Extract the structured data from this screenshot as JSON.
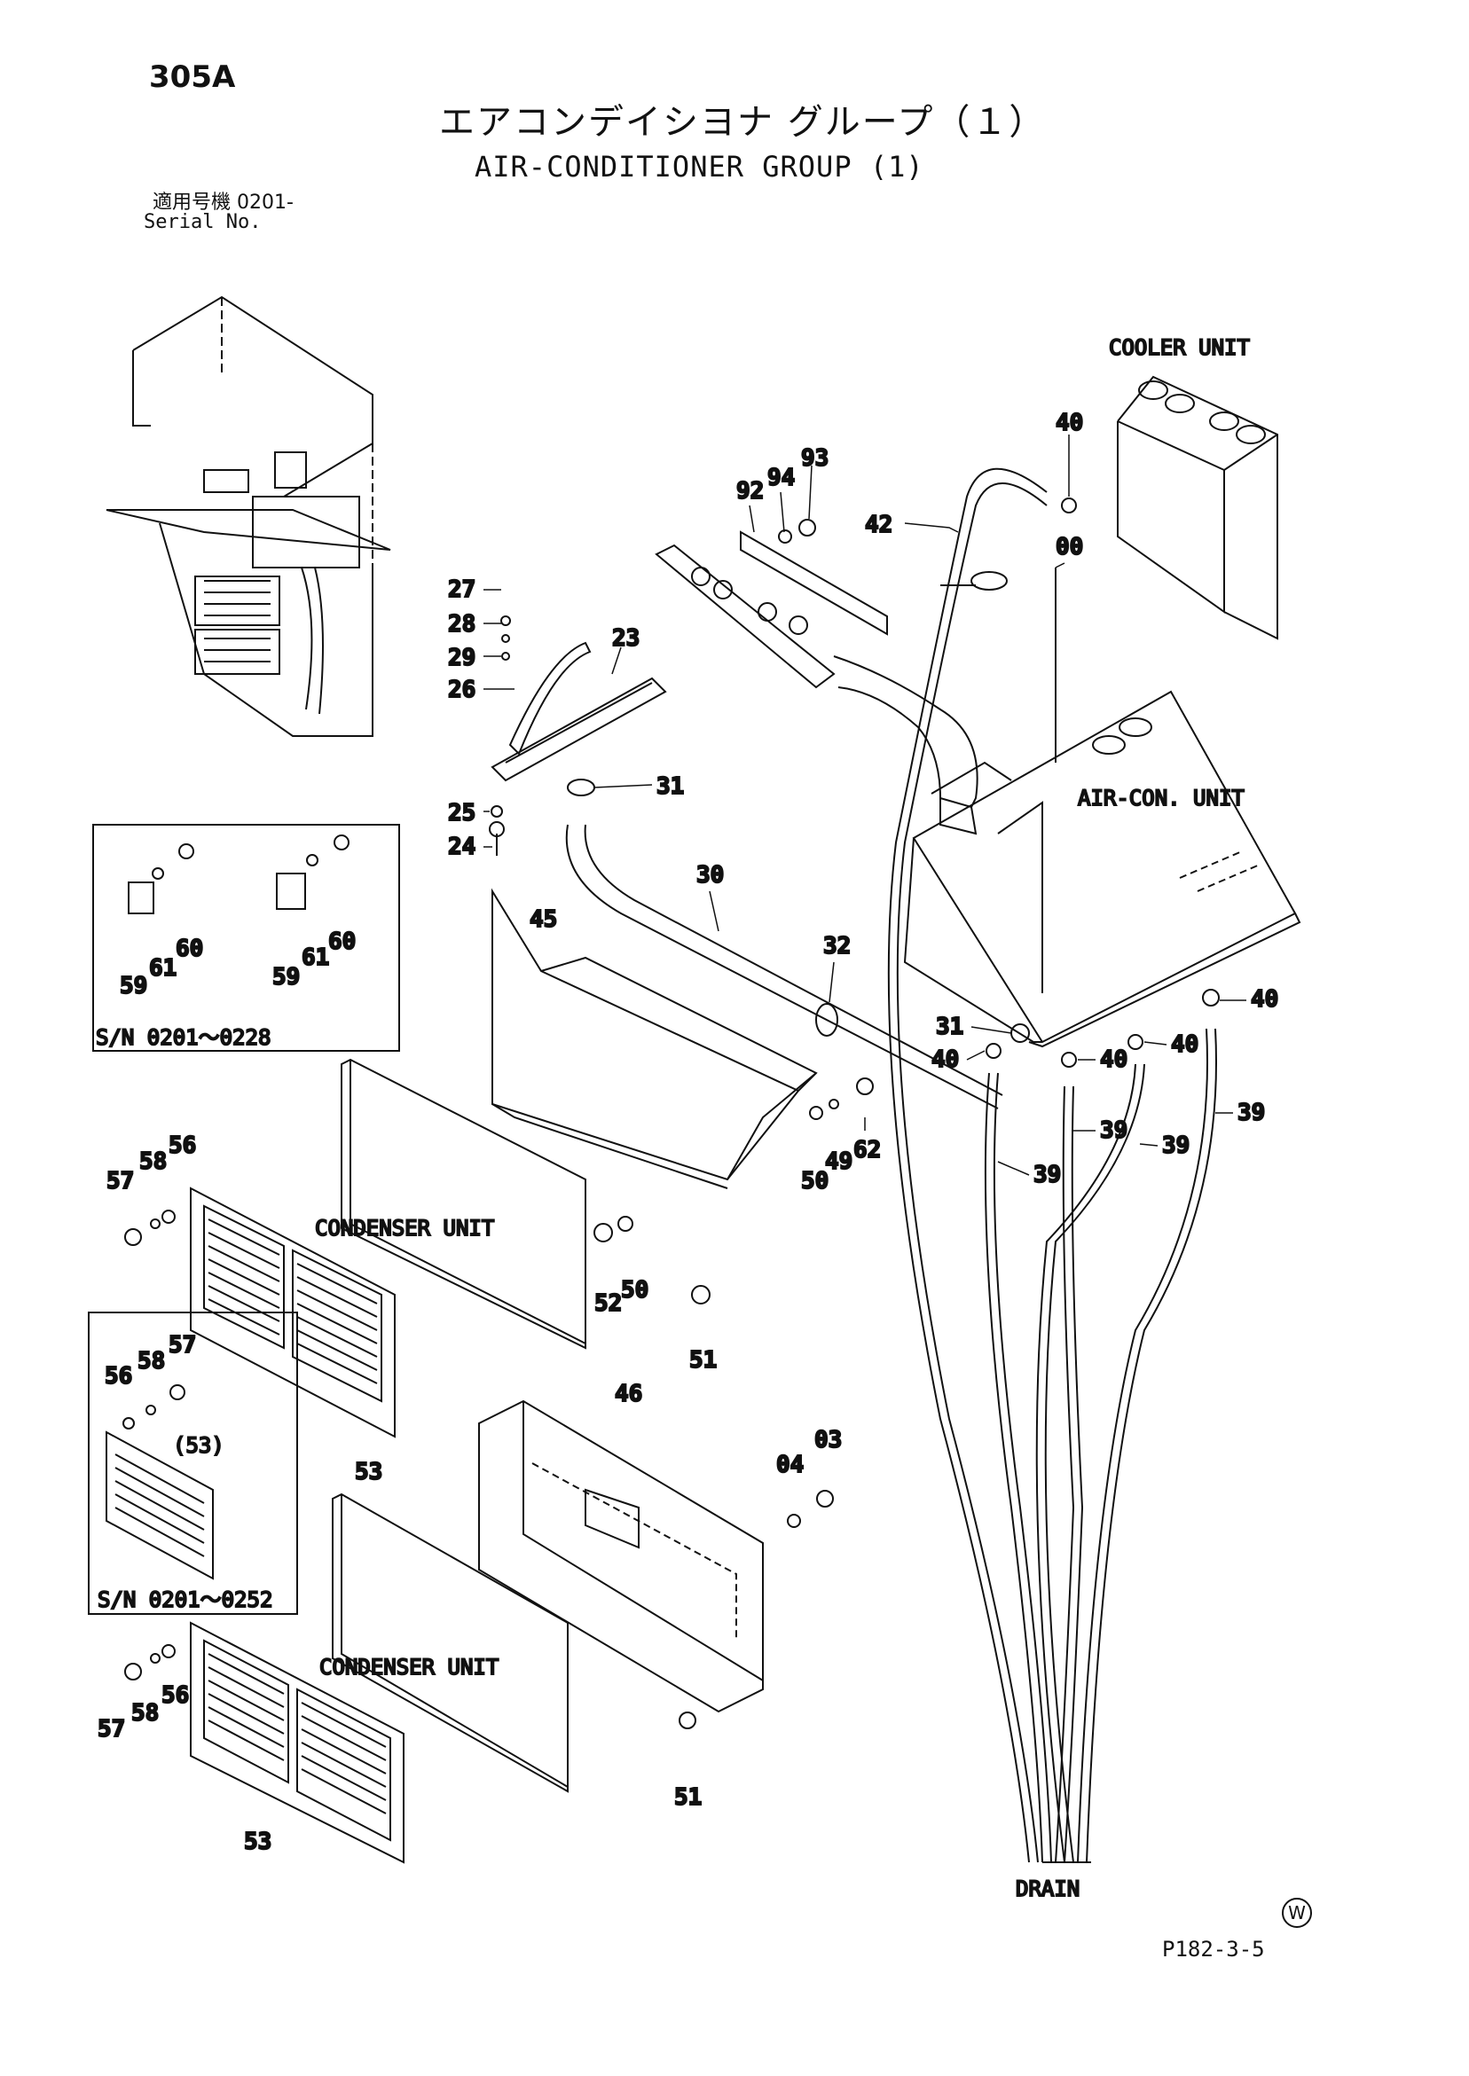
{
  "header": {
    "page_number": "305A",
    "title_jp": "エアコンデイシヨナ グループ（１）",
    "title_en": "AIR-CONDITIONER GROUP (1)",
    "serial_jp": "適用号機  0201-",
    "serial_en": "Serial No."
  },
  "captions": {
    "cooler_unit": "COOLER  UNIT",
    "air_con_unit": "AIR-CON. UNIT",
    "condenser_unit_upper": "CONDENSER  UNIT",
    "condenser_unit_lower": "CONDENSER  UNIT",
    "drain": "DRAIN",
    "inset1_serial": "S/N 0201～0228",
    "inset2_serial": "S/N 0201～0252",
    "inset2_ref": "(53)"
  },
  "part_labels": [
    {
      "id": "p40a",
      "text": "40"
    },
    {
      "id": "p00",
      "text": "00"
    },
    {
      "id": "p42",
      "text": "42"
    },
    {
      "id": "p92",
      "text": "92"
    },
    {
      "id": "p94",
      "text": "94"
    },
    {
      "id": "p93",
      "text": "93"
    },
    {
      "id": "p27",
      "text": "27"
    },
    {
      "id": "p28",
      "text": "28"
    },
    {
      "id": "p29",
      "text": "29"
    },
    {
      "id": "p26",
      "text": "26"
    },
    {
      "id": "p23",
      "text": "23"
    },
    {
      "id": "p31a",
      "text": "31"
    },
    {
      "id": "p25",
      "text": "25"
    },
    {
      "id": "p24",
      "text": "24"
    },
    {
      "id": "p30",
      "text": "30"
    },
    {
      "id": "p32",
      "text": "32"
    },
    {
      "id": "p45",
      "text": "45"
    },
    {
      "id": "p40b",
      "text": "40"
    },
    {
      "id": "p31b",
      "text": "31"
    },
    {
      "id": "p40c",
      "text": "40"
    },
    {
      "id": "p40d",
      "text": "40"
    },
    {
      "id": "p40e",
      "text": "40"
    },
    {
      "id": "p39a",
      "text": "39"
    },
    {
      "id": "p39b",
      "text": "39"
    },
    {
      "id": "p39c",
      "text": "39"
    },
    {
      "id": "p39d",
      "text": "39"
    },
    {
      "id": "p62",
      "text": "62"
    },
    {
      "id": "p49",
      "text": "49"
    },
    {
      "id": "p50a",
      "text": "50"
    },
    {
      "id": "p52",
      "text": "52"
    },
    {
      "id": "p50b",
      "text": "50"
    },
    {
      "id": "p51a",
      "text": "51"
    },
    {
      "id": "p59a",
      "text": "59"
    },
    {
      "id": "p61a",
      "text": "61"
    },
    {
      "id": "p60a",
      "text": "60"
    },
    {
      "id": "p59b",
      "text": "59"
    },
    {
      "id": "p61b",
      "text": "61"
    },
    {
      "id": "p60b",
      "text": "60"
    },
    {
      "id": "p56a",
      "text": "56"
    },
    {
      "id": "p58a",
      "text": "58"
    },
    {
      "id": "p57a",
      "text": "57"
    },
    {
      "id": "p53a",
      "text": "53"
    },
    {
      "id": "p56b",
      "text": "56"
    },
    {
      "id": "p58b",
      "text": "58"
    },
    {
      "id": "p57b",
      "text": "57"
    },
    {
      "id": "p46",
      "text": "46"
    },
    {
      "id": "p04",
      "text": "04"
    },
    {
      "id": "p03",
      "text": "03"
    },
    {
      "id": "p51b",
      "text": "51"
    },
    {
      "id": "p57c",
      "text": "57"
    },
    {
      "id": "p58c",
      "text": "58"
    },
    {
      "id": "p56c",
      "text": "56"
    },
    {
      "id": "p53b",
      "text": "53"
    }
  ],
  "footer": {
    "figure_code": "P182-3-5",
    "w_mark": "W"
  }
}
